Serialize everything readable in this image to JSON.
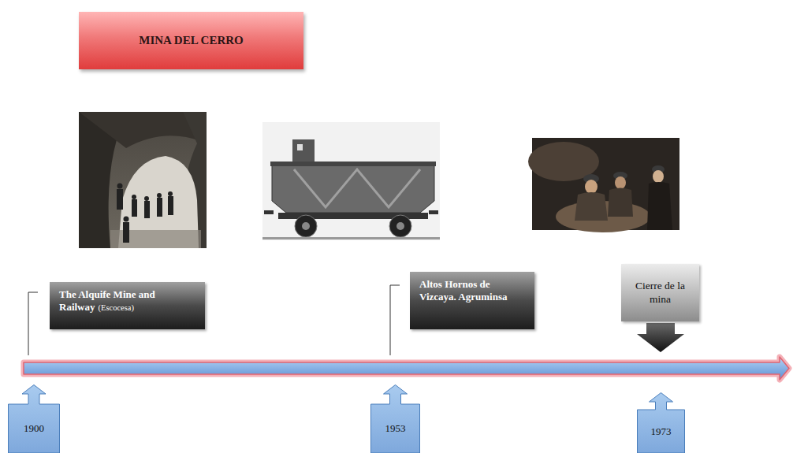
{
  "diagram": {
    "nodes": [
      {
        "text": [
          "MINA DEL CERRO"
        ]
      },
      {
        "text": [
          "The Alquife Mine and Railway",
          "(Escocesa)"
        ]
      },
      {
        "text": [
          "Altos Hornos de Vizcaya. Agruminsa"
        ]
      },
      {
        "text": [
          "Cierre de la mina"
        ]
      },
      {
        "text": [
          "1900"
        ]
      },
      {
        "text": [
          "1953"
        ]
      },
      {
        "text": [
          "1973"
        ]
      }
    ]
  }
}
